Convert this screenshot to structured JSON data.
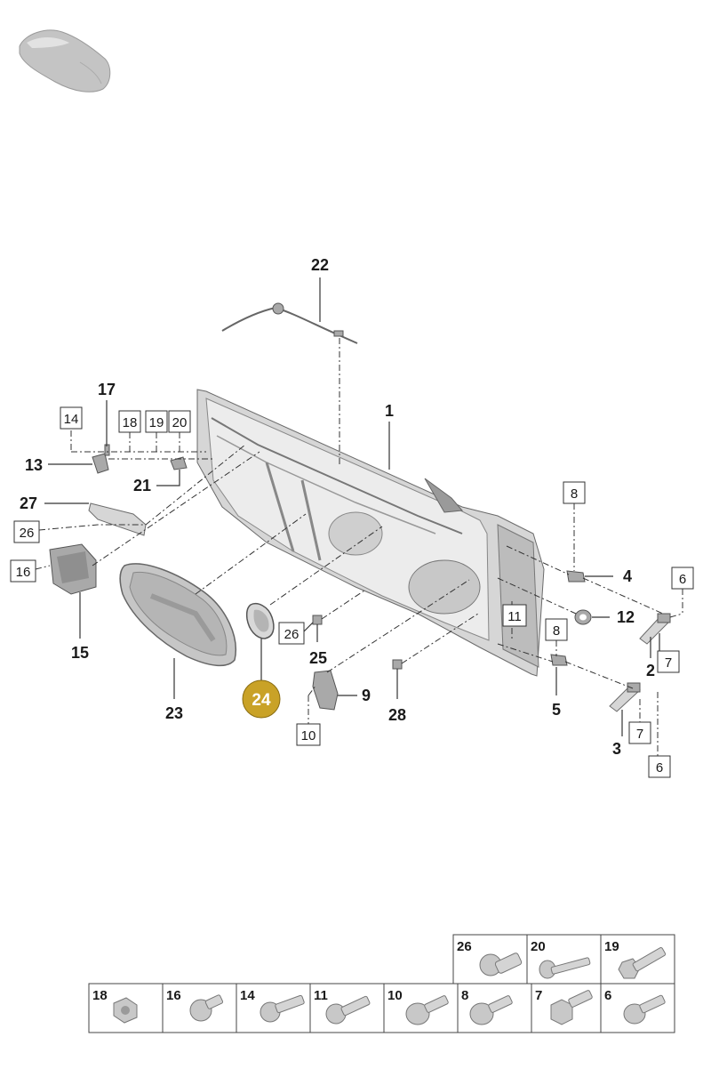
{
  "diagram": {
    "highlight_color": "#c9a227",
    "highlighted_part": "24",
    "callouts": [
      "1",
      "2",
      "3",
      "4",
      "5",
      "9",
      "12",
      "13",
      "15",
      "17",
      "21",
      "22",
      "23",
      "24",
      "25",
      "27",
      "28"
    ],
    "boxed_refs": [
      "14",
      "18",
      "19",
      "20",
      "26",
      "16",
      "8",
      "6",
      "11",
      "26",
      "8",
      "7",
      "10",
      "7",
      "6"
    ],
    "labels": {
      "c1": "1",
      "c2": "2",
      "c3": "3",
      "c4": "4",
      "c5": "5",
      "c9": "9",
      "c12": "12",
      "c13": "13",
      "c15": "15",
      "c17": "17",
      "c21": "21",
      "c22": "22",
      "c23": "23",
      "c24": "24",
      "c25": "25",
      "c27": "27",
      "c28": "28",
      "b14": "14",
      "b18": "18",
      "b19": "19",
      "b20": "20",
      "b26a": "26",
      "b16": "16",
      "b8a": "8",
      "b6a": "6",
      "b11": "11",
      "b26b": "26",
      "b8b": "8",
      "b7a": "7",
      "b10": "10",
      "b7b": "7",
      "b6b": "6"
    }
  },
  "fastener_table": {
    "top_row": [
      {
        "number": "26",
        "icon": "flange-bolt-icon"
      },
      {
        "number": "20",
        "icon": "long-bolt-icon"
      },
      {
        "number": "19",
        "icon": "hex-bolt-icon"
      }
    ],
    "bottom_row": [
      {
        "number": "18",
        "icon": "hex-nut-icon"
      },
      {
        "number": "16",
        "icon": "torx-screw-icon"
      },
      {
        "number": "14",
        "icon": "torx-bolt-icon"
      },
      {
        "number": "11",
        "icon": "torx-bolt-icon"
      },
      {
        "number": "10",
        "icon": "flange-torx-bolt-icon"
      },
      {
        "number": "8",
        "icon": "flange-torx-bolt-icon"
      },
      {
        "number": "7",
        "icon": "hex-flange-bolt-icon"
      },
      {
        "number": "6",
        "icon": "torx-bolt-icon"
      }
    ]
  }
}
